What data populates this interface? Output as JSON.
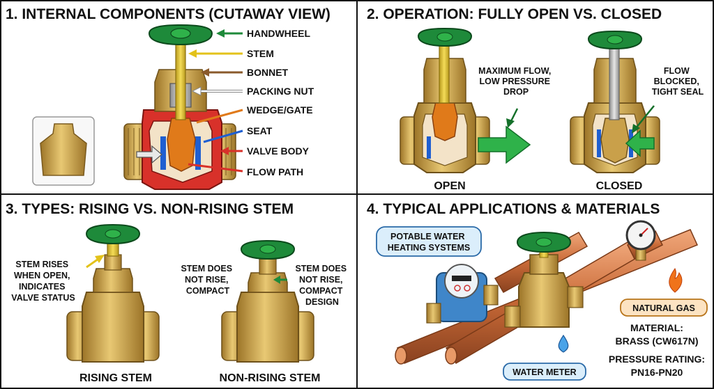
{
  "panels": [
    {
      "id": 1,
      "title": "1. INTERNAL COMPONENTS (CUTAWAY VIEW)"
    },
    {
      "id": 2,
      "title": "2. OPERATION: FULLY OPEN VS. CLOSED"
    },
    {
      "id": 3,
      "title": "3. TYPES: RISING VS. NON-RISING STEM"
    },
    {
      "id": 4,
      "title": "4. TYPICAL APPLICATIONS & MATERIALS"
    }
  ],
  "components": [
    {
      "label": "HANDWHEEL",
      "color": "#1e8a3a"
    },
    {
      "label": "STEM",
      "color": "#e3c21a"
    },
    {
      "label": "BONNET",
      "color": "#8a5a2b"
    },
    {
      "label": "PACKING NUT",
      "color": "#ffffff"
    },
    {
      "label": "WEDGE/GATE",
      "color": "#e07a1a"
    },
    {
      "label": "SEAT",
      "color": "#1f5fd1"
    },
    {
      "label": "VALVE BODY",
      "color": "#d8312a"
    },
    {
      "label": "FLOW PATH",
      "color": "#d8312a"
    }
  ],
  "operation": {
    "open_note": [
      "MAXIMUM FLOW,",
      "LOW PRESSURE",
      "DROP"
    ],
    "closed_note": [
      "FLOW",
      "BLOCKED,",
      "TIGHT SEAL"
    ],
    "open_caption": "OPEN",
    "closed_caption": "CLOSED"
  },
  "types": {
    "rising_note": [
      "STEM RISES",
      "WHEN OPEN,",
      "INDICATES",
      "VALVE STATUS"
    ],
    "nonrising_note_left": [
      "STEM DOES",
      "NOT RISE,",
      "COMPACT"
    ],
    "nonrising_note_right": [
      "STEM DOES",
      "NOT RISE,",
      "COMPACT",
      "DESIGN"
    ],
    "rising_caption": "RISING STEM",
    "nonrising_caption": "NON-RISING STEM"
  },
  "applications": {
    "potable": [
      "POTABLE WATER",
      "HEATING SYSTEMS"
    ],
    "natural_gas": "NATURAL GAS",
    "water_meter": "WATER METER",
    "material_label": "MATERIAL:",
    "material_value": "BRASS (CW617N)",
    "pressure_label": "PRESSURE RATING:",
    "pressure_value": "PN16-PN20"
  },
  "colors": {
    "handwheel": "#1e8a3a",
    "brass": "#c9a04a",
    "copper": "#c06a3a",
    "flow_arrow": "#2fb24a"
  }
}
